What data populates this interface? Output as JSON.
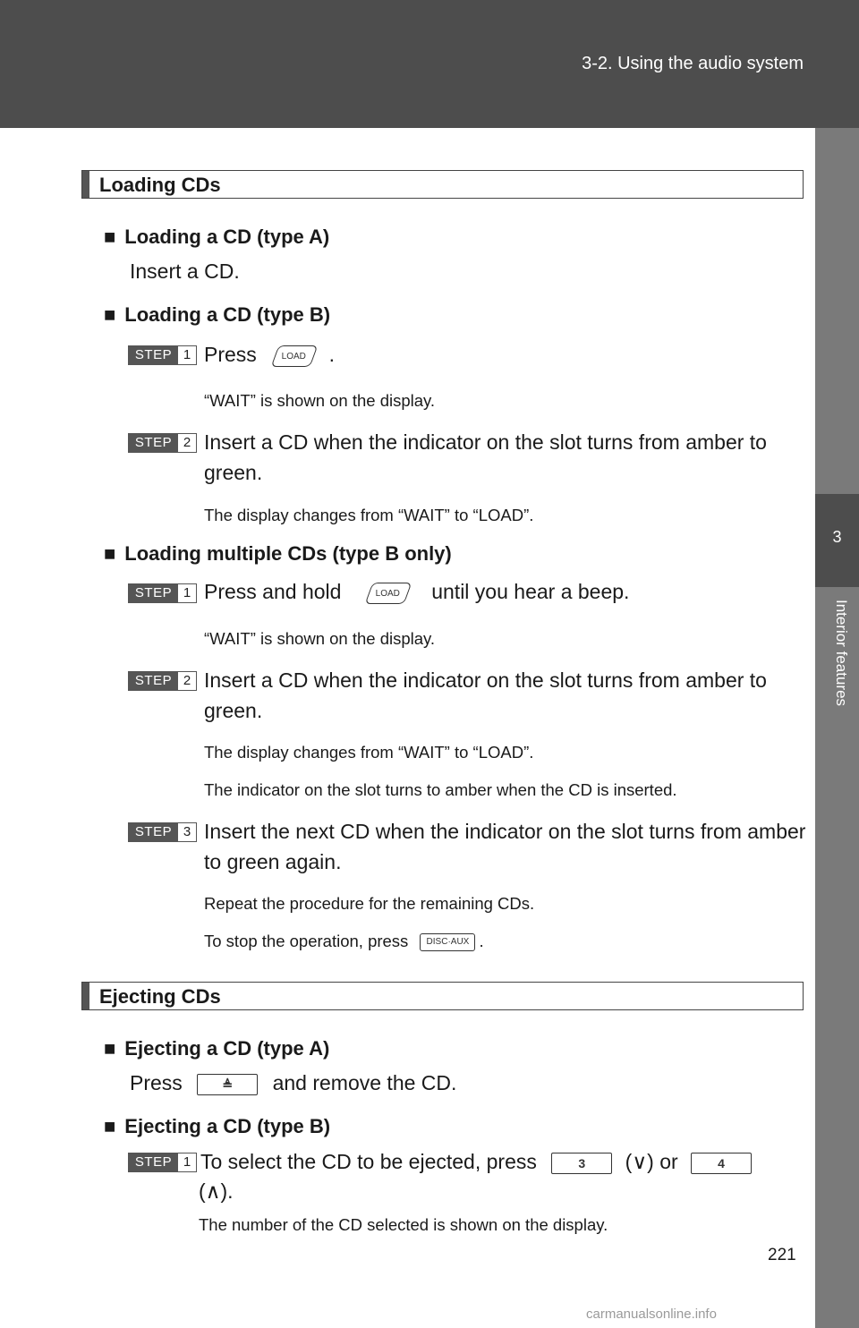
{
  "header": {
    "title": "3-2. Using the audio system"
  },
  "side_tab": {
    "number": "3",
    "label": "Interior features"
  },
  "section1": {
    "title": "Loading CDs",
    "type_a": {
      "heading": "Loading a CD (type A)",
      "text": "Insert a CD."
    },
    "type_b": {
      "heading": "Loading a CD (type B)",
      "step1_pre": "Press",
      "step1_post": ".",
      "step1_note": "“WAIT” is shown on the display.",
      "step2": "Insert a CD when the indicator on the slot turns from amber to green.",
      "step2_note": "The display changes from “WAIT” to “LOAD”."
    },
    "multiple": {
      "heading": "Loading multiple CDs (type B only)",
      "step1_pre": "Press and hold",
      "step1_post": "until you hear a beep.",
      "step1_note": "“WAIT” is shown on the display.",
      "step2": "Insert a CD when the indicator on the slot turns from amber to green.",
      "step2_note1": "The display changes from “WAIT” to “LOAD”.",
      "step2_note2": "The indicator on the slot turns to amber when the CD is inserted.",
      "step3": "Insert the next CD when the indicator on the slot turns from amber to green again.",
      "step3_note1": "Repeat the procedure for the remaining CDs.",
      "step3_note2_pre": "To stop the operation, press",
      "step3_note2_post": "."
    }
  },
  "section2": {
    "title": "Ejecting CDs",
    "type_a": {
      "heading": "Ejecting a CD (type A)",
      "pre": "Press",
      "post": "and remove the CD."
    },
    "type_b": {
      "heading": "Ejecting a CD (type B)",
      "step1_pre": "To select the CD to be ejected, press",
      "step1_mid": "(∨) or",
      "step1_end": "(∧).",
      "step1_note": "The number of the CD selected is shown on the display."
    }
  },
  "steps": {
    "word": "STEP",
    "n1": "1",
    "n2": "2",
    "n3": "3"
  },
  "buttons": {
    "load": "LOAD",
    "disc_aux": "DISC·AUX",
    "eject": "≜",
    "btn3": "3",
    "btn4": "4"
  },
  "page_number": "221",
  "watermark": "carmanualsonline.info"
}
